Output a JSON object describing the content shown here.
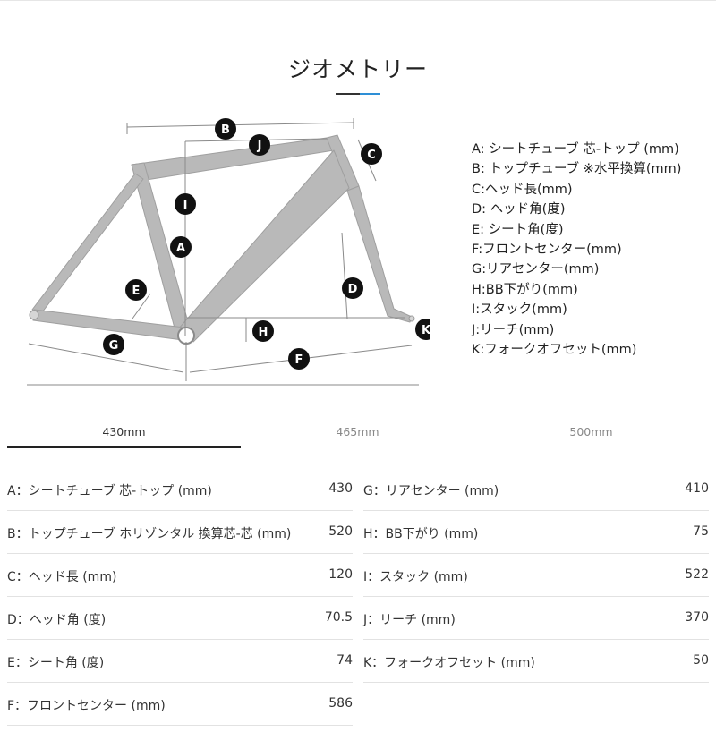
{
  "page": {
    "title": "ジオメトリー"
  },
  "diagram": {
    "markers": [
      "A",
      "B",
      "C",
      "D",
      "E",
      "F",
      "G",
      "H",
      "I",
      "J",
      "K"
    ]
  },
  "legend": [
    "A: シートチューブ 芯-トップ (mm)",
    "B: トップチューブ ※水平換算(mm)",
    "C:ヘッド長(mm)",
    "D: ヘッド角(度)",
    "E: シート角(度)",
    "F:フロントセンター(mm)",
    "G:リアセンター(mm)",
    "H:BB下がり(mm)",
    "I:スタック(mm)",
    "J:リーチ(mm)",
    "K:フォークオフセット(mm)"
  ],
  "tabs": [
    {
      "label": "430mm",
      "active": true
    },
    {
      "label": "465mm",
      "active": false
    },
    {
      "label": "500mm",
      "active": false
    }
  ],
  "specs_left": [
    {
      "label": "A：シートチューブ 芯-トップ (mm)",
      "value": "430"
    },
    {
      "label": "B：トップチューブ ホリゾンタル 換算芯-芯 (mm)",
      "value": "520"
    },
    {
      "label": "C：ヘッド長 (mm)",
      "value": "120"
    },
    {
      "label": "D：ヘッド角 (度)",
      "value": "70.5"
    },
    {
      "label": "E：シート角 (度)",
      "value": "74"
    },
    {
      "label": "F：フロントセンター (mm)",
      "value": "586"
    }
  ],
  "specs_right": [
    {
      "label": "G：リアセンター (mm)",
      "value": "410"
    },
    {
      "label": "H：BB下がり (mm)",
      "value": "75"
    },
    {
      "label": "I：スタック (mm)",
      "value": "522"
    },
    {
      "label": "J：リーチ (mm)",
      "value": "370"
    },
    {
      "label": "K：フォークオフセット (mm)",
      "value": "50"
    }
  ],
  "colors": {
    "accent": "#2e8fd6",
    "frame": "#b9b9b9",
    "marker": "#111111"
  }
}
